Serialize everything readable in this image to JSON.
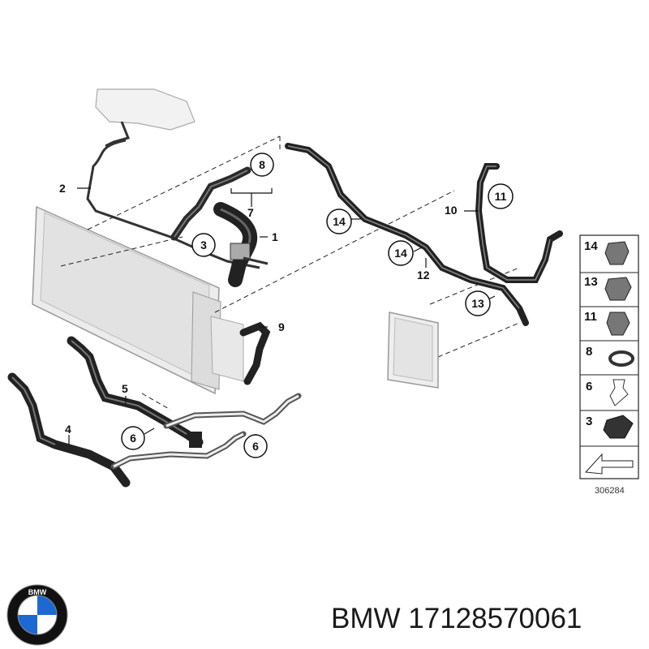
{
  "diagram": {
    "callouts": {
      "c1": "1",
      "c2": "2",
      "c3": "3",
      "c4": "4",
      "c5": "5",
      "c6a": "6",
      "c6b": "6",
      "c7": "7",
      "c8": "8",
      "c9": "9",
      "c10": "10",
      "c11": "11",
      "c12": "12",
      "c13": "13",
      "c14a": "14",
      "c14b": "14"
    },
    "legend": [
      "14",
      "13",
      "11",
      "8",
      "6",
      "3"
    ],
    "drawing_number": "306284"
  },
  "logo": {
    "text": "BMW",
    "colors": {
      "blue": "#1c69d4",
      "black": "#111111",
      "white": "#ffffff"
    }
  },
  "caption": {
    "brand": "BMW",
    "part_number": "17128570061"
  }
}
